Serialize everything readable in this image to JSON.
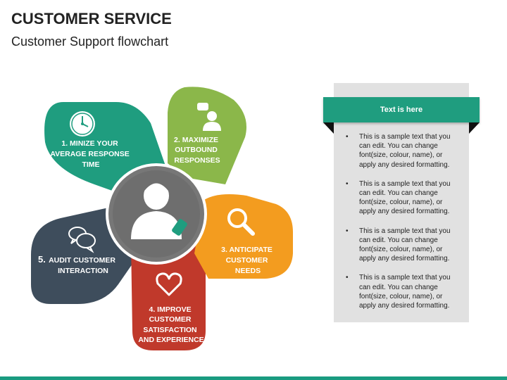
{
  "header": {
    "title": "CUSTOMER SERVICE",
    "subtitle": "Customer Support flowchart"
  },
  "diagram": {
    "petals": [
      {
        "id": "p1",
        "lines": [
          "1. MINIZE YOUR",
          "AVERAGE RESPONSE",
          "TIME"
        ],
        "color": "#1f9d7f",
        "icon": "clock-icon"
      },
      {
        "id": "p2",
        "lines": [
          "2. MAXIMIZE",
          "OUTBOUND",
          "RESPONSES"
        ],
        "color": "#8bb74a",
        "icon": "user-speech-icon"
      },
      {
        "id": "p3",
        "lines": [
          "3. ANTICIPATE",
          "CUSTOMER",
          "NEEDS"
        ],
        "color": "#f39c1f",
        "icon": "magnifier-icon"
      },
      {
        "id": "p4",
        "lines": [
          "4. IMPROVE",
          "CUSTOMER",
          "SATISFACTION",
          "AND EXPERIENCE"
        ],
        "color": "#c0392b",
        "icon": "heart-icon"
      },
      {
        "id": "p5",
        "number": "5.",
        "lines": [
          "AUDIT CUSTOMER",
          "INTERACTION"
        ],
        "color": "#3e4d5c",
        "icon": "chat-bubbles-icon"
      }
    ],
    "center_icon": "support-agent-icon"
  },
  "side_panel": {
    "banner": "Text is here",
    "bullets": [
      [
        "This is a sample text that you",
        "can edit. You can change",
        "font(size, colour, name), or",
        "apply any desired formatting."
      ],
      [
        "This is a sample text that you",
        "can edit. You can change",
        "font(size, colour, name), or",
        "apply any desired formatting."
      ],
      [
        "This is a sample text that you",
        "can edit. You can change",
        "font(size, colour, name), or",
        "apply any desired formatting."
      ],
      [
        "This is a sample text that you",
        "can edit. You can change",
        "font(size, colour, name), or",
        "apply any desired formatting."
      ]
    ]
  },
  "colors": {
    "teal": "#1f9d7f",
    "green": "#8bb74a",
    "orange": "#f39c1f",
    "red": "#c0392b",
    "navy": "#3e4d5c",
    "panel_bg": "#e1e1e1"
  }
}
